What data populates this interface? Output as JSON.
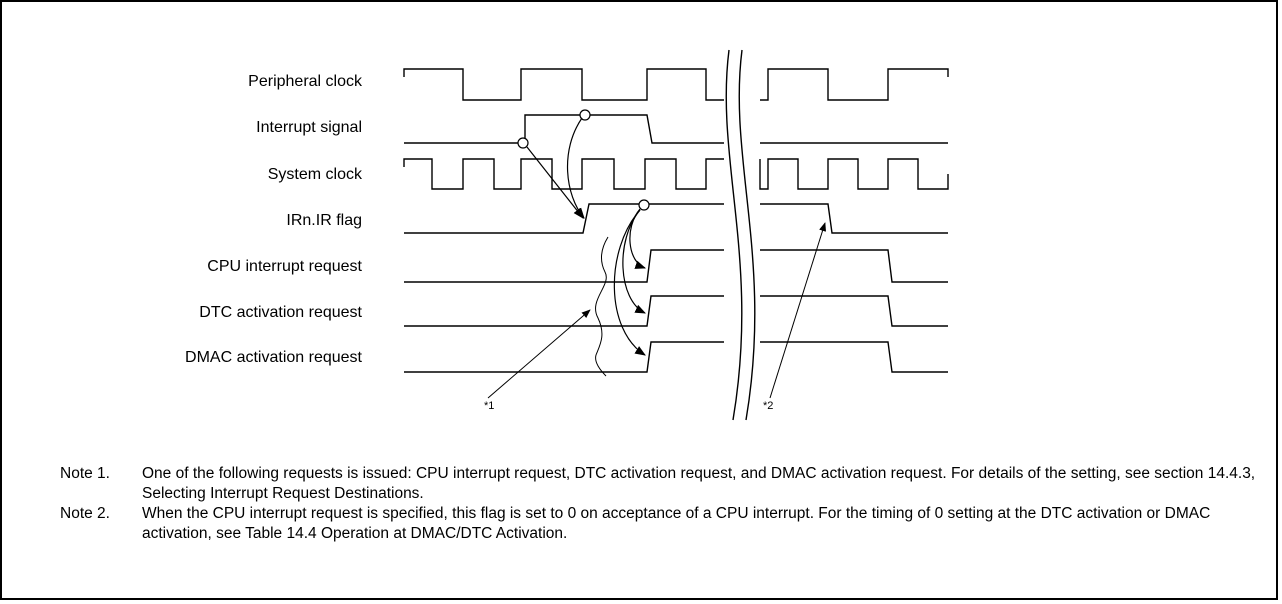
{
  "signals": [
    {
      "id": "peripheral-clock",
      "label": "Peripheral clock"
    },
    {
      "id": "interrupt-signal",
      "label": "Interrupt signal"
    },
    {
      "id": "system-clock",
      "label": "System clock"
    },
    {
      "id": "irn-ir-flag",
      "label": "IRn.IR flag"
    },
    {
      "id": "cpu-interrupt-request",
      "label": "CPU interrupt request"
    },
    {
      "id": "dtc-activation-request",
      "label": "DTC activation request"
    },
    {
      "id": "dmac-activation-request",
      "label": "DMAC activation request"
    }
  ],
  "markers": {
    "note1": "*1",
    "note2": "*2"
  },
  "notes": [
    {
      "tag": "Note 1.",
      "text": "One of the following requests is issued: CPU interrupt request, DTC activation request, and DMAC activation request. For details of the setting, see section 14.4.3, Selecting Interrupt Request Destinations."
    },
    {
      "tag": "Note 2.",
      "text": "When the CPU interrupt request is specified, this flag is set to 0 on acceptance of a CPU interrupt. For the timing of 0 setting at the DTC activation or DMAC activation, see Table 14.4 Operation at DMAC/DTC Activation."
    }
  ]
}
